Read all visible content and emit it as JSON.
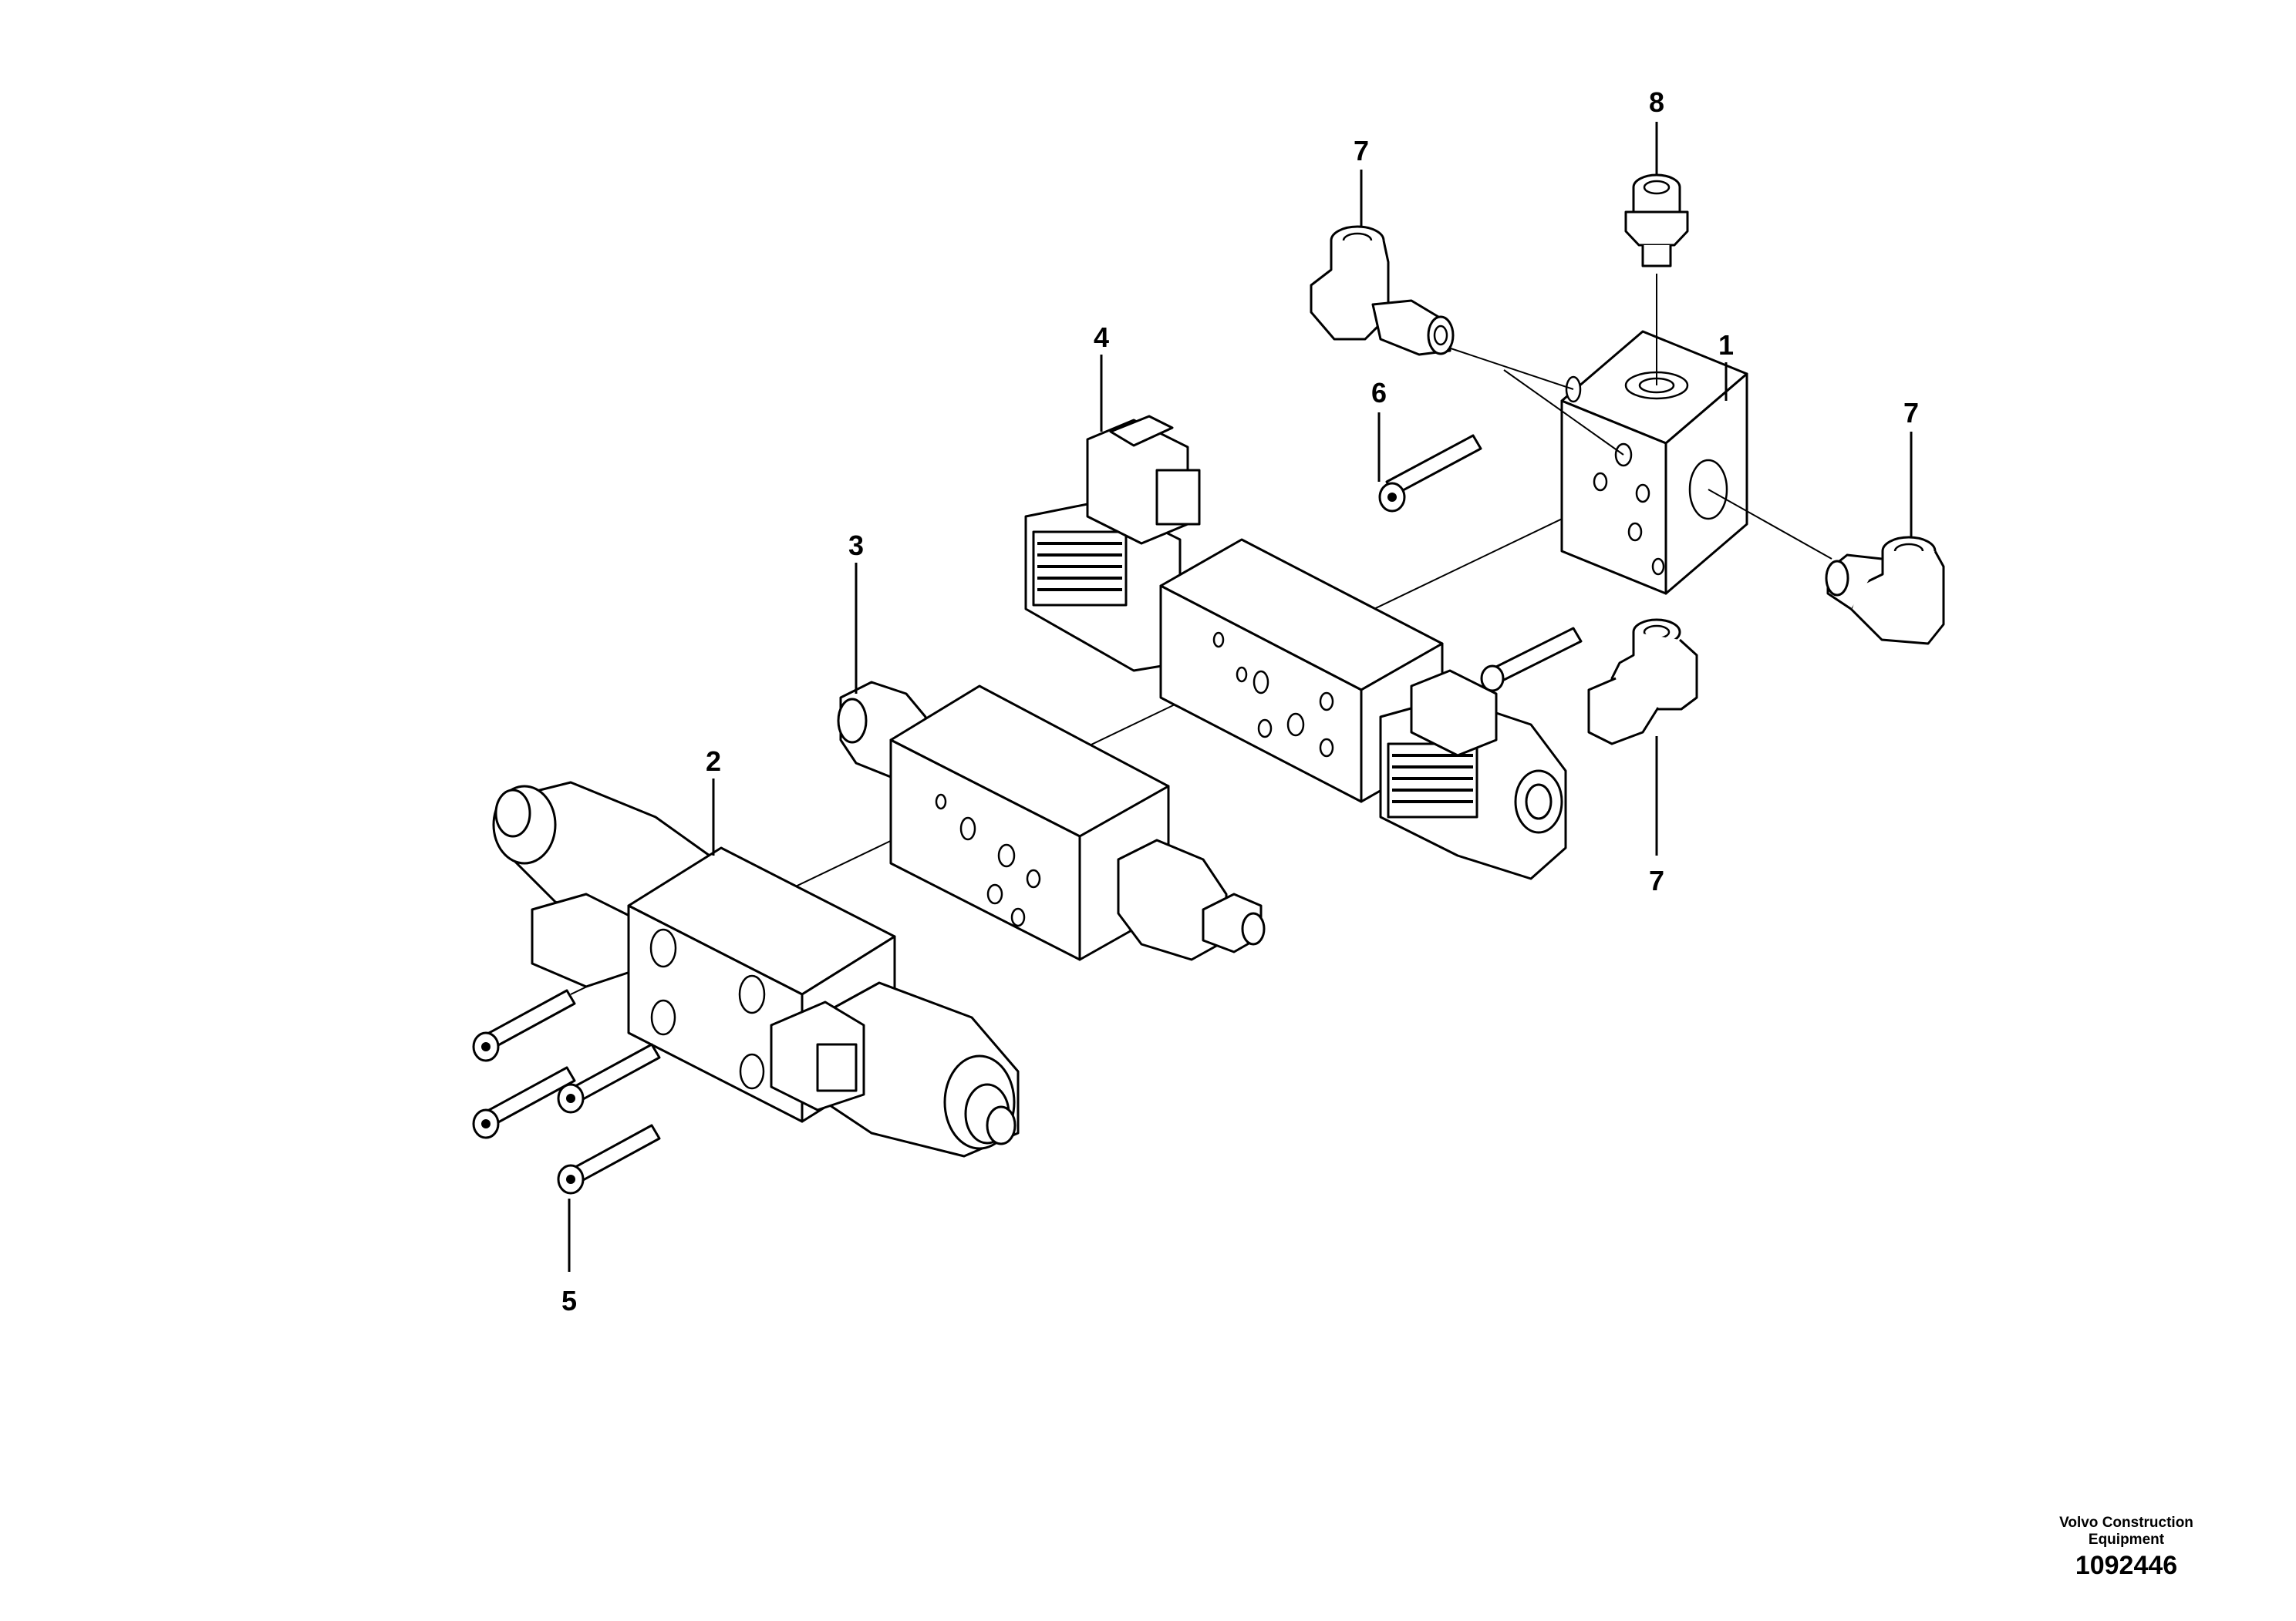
{
  "callouts": {
    "c1": "1",
    "c2": "2",
    "c3": "3",
    "c4": "4",
    "c5": "5",
    "c6": "6",
    "c7a": "7",
    "c7b": "7",
    "c7c": "7",
    "c8": "8"
  },
  "footer": {
    "brand_line1": "Volvo Construction",
    "brand_line2": "Equipment",
    "drawing_number": "1092446"
  }
}
